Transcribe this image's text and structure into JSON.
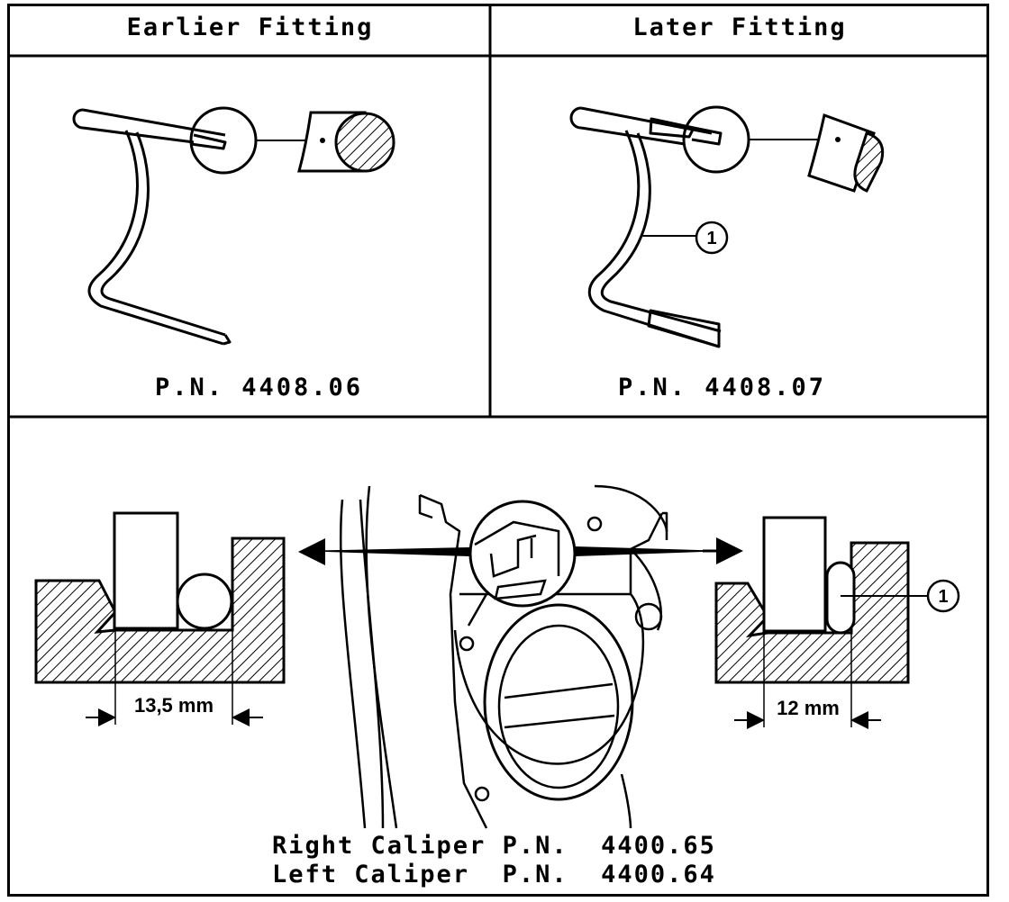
{
  "headers": {
    "earlier": "Earlier Fitting",
    "later": "Later Fitting"
  },
  "part_numbers": {
    "earlier": "P.N.  4408.06",
    "later": "P.N.  4408.07"
  },
  "dimensions": {
    "earlier_width": "13,5 mm",
    "later_width": "12 mm"
  },
  "callouts": {
    "spring_ref": "1",
    "section_ref": "1"
  },
  "captions": {
    "right_caliper": "Right Caliper P.N.  4400.65",
    "left_caliper": "Left Caliper  P.N.  4400.64"
  }
}
